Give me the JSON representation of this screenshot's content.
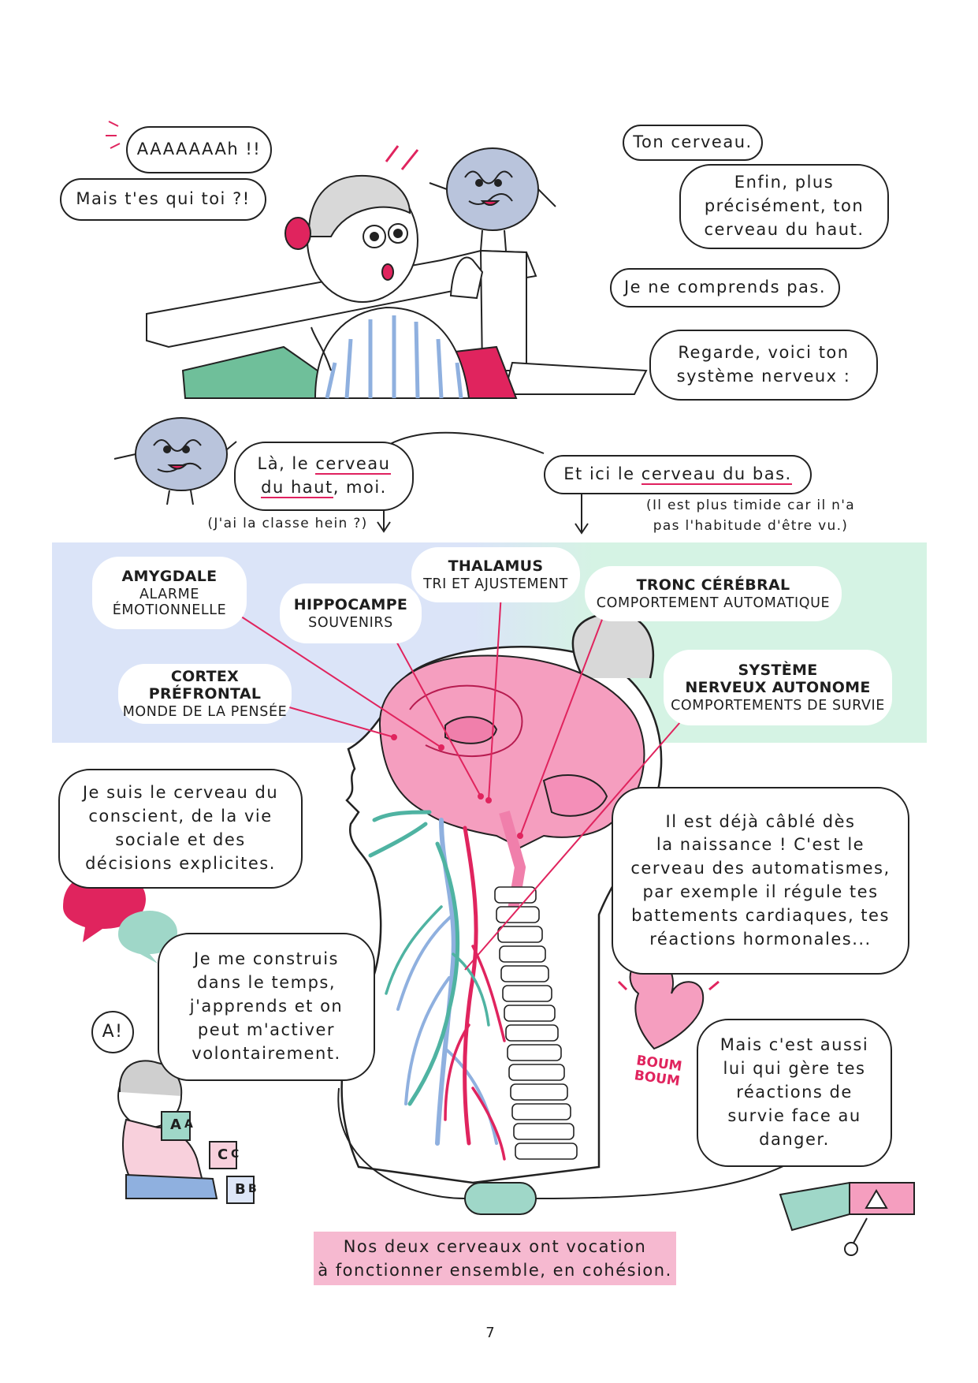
{
  "top_panel": {
    "scream": "AAAAAAAh !!",
    "who_are_you": "Mais t'es qui toi ?!",
    "your_brain": "Ton cerveau.",
    "more_precisely": [
      "Enfin, plus",
      "précisément, ton",
      "cerveau du haut."
    ],
    "dont_understand": "Je ne comprends pas.",
    "look": [
      "Regarde, voici ton",
      "système nerveux :"
    ]
  },
  "middle": {
    "here_prefix": "Là, le ",
    "here_u1": "cerveau",
    "here_u2": "du haut",
    "here_suffix": ", moi.",
    "classy": "(J'ai la classe hein ?)",
    "there_prefix": "Et ici le ",
    "there_u": "cerveau du bas.",
    "shy": [
      "(Il est plus timide car il n'a",
      "pas l'habitude d'être vu.)"
    ]
  },
  "labels": {
    "amygdale": {
      "title": "AMYGDALE",
      "sub": [
        "ALARME",
        "ÉMOTIONNELLE"
      ]
    },
    "hippocampe": {
      "title": "HIPPOCAMPE",
      "sub": [
        "SOUVENIRS"
      ]
    },
    "thalamus": {
      "title": "THALAMUS",
      "sub": [
        "TRI ET AJUSTEMENT"
      ]
    },
    "tronc": {
      "title": "TRONC CÉRÉBRAL",
      "sub": [
        "COMPORTEMENT AUTOMATIQUE"
      ]
    },
    "cortex": {
      "title": "CORTEX PRÉFRONTAL",
      "sub": [
        "MONDE DE LA PENSÉE"
      ]
    },
    "systeme": {
      "title": [
        "SYSTÈME",
        "NERVEUX AUTONOME"
      ],
      "sub": [
        "COMPORTEMENTS DE SURVIE"
      ]
    }
  },
  "bottom": {
    "conscious": [
      "Je suis le cerveau du",
      "conscient, de la vie",
      "sociale et des",
      "décisions explicites."
    ],
    "build": [
      "Je me construis",
      "dans le temps,",
      "j'apprends et on",
      "peut m'activer",
      "volontairement."
    ],
    "wired": [
      "Il est déjà câblé dès",
      "la naissance ! C'est le",
      "cerveau des automatismes,",
      "par exemple il régule tes",
      "battements cardiaques, tes",
      "réactions hormonales..."
    ],
    "survival": [
      "Mais c'est aussi",
      "lui qui gère tes",
      "réactions de",
      "survie face au",
      "danger."
    ],
    "baby": "A!",
    "boum": [
      "BOUM",
      "BOUM"
    ],
    "blocks": [
      "A",
      "A",
      "C",
      "C",
      "B",
      "B"
    ],
    "conclusion": [
      "Nos deux cerveaux ont vocation",
      "à fonctionner ensemble, en cohésion."
    ]
  },
  "page_number": "7",
  "colors": {
    "pink": "#e91e63",
    "brain_pink": "#f59ebf",
    "teal": "#4fb3a2",
    "blue_band": "#dde6f7",
    "green_band": "#d6f3e5",
    "conclusion_bg": "#f6b9d0"
  }
}
